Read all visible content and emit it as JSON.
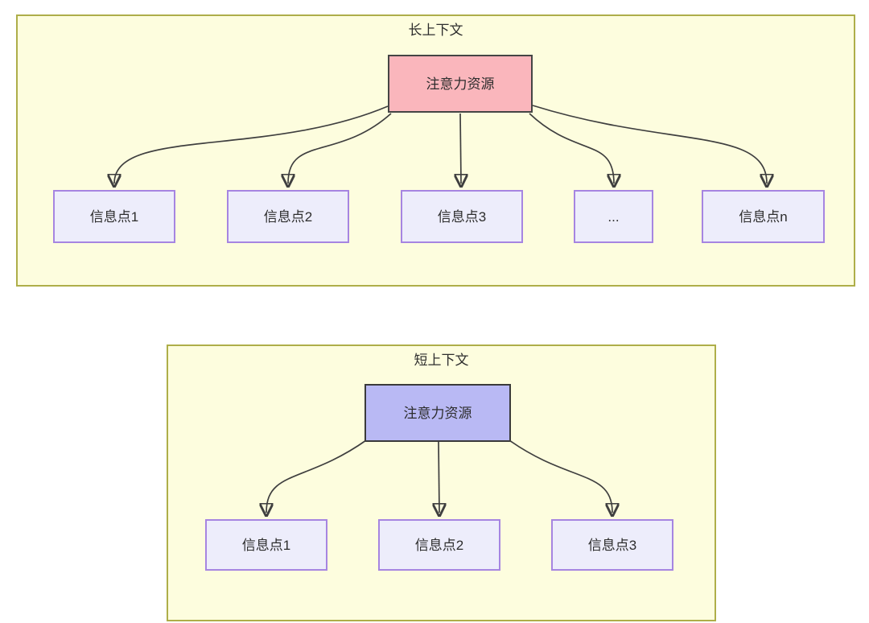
{
  "panels": [
    {
      "id": "long-context",
      "title": "长上下文",
      "root_label": "注意力资源",
      "root_fill": "#fab6bc",
      "children": [
        {
          "label": "信息点1"
        },
        {
          "label": "信息点2"
        },
        {
          "label": "信息点3"
        },
        {
          "label": "..."
        },
        {
          "label": "信息点n"
        }
      ]
    },
    {
      "id": "short-context",
      "title": "短上下文",
      "root_label": "注意力资源",
      "root_fill": "#b9b9f4",
      "children": [
        {
          "label": "信息点1"
        },
        {
          "label": "信息点2"
        },
        {
          "label": "信息点3"
        }
      ]
    }
  ],
  "colors": {
    "panel_fill": "#fdfdde",
    "panel_border": "#aeae49",
    "info_fill": "#ededfb",
    "info_border": "#a685e1",
    "root_border": "#454545",
    "arrow": "#3f3f3f",
    "text": "#2d2d2d"
  }
}
